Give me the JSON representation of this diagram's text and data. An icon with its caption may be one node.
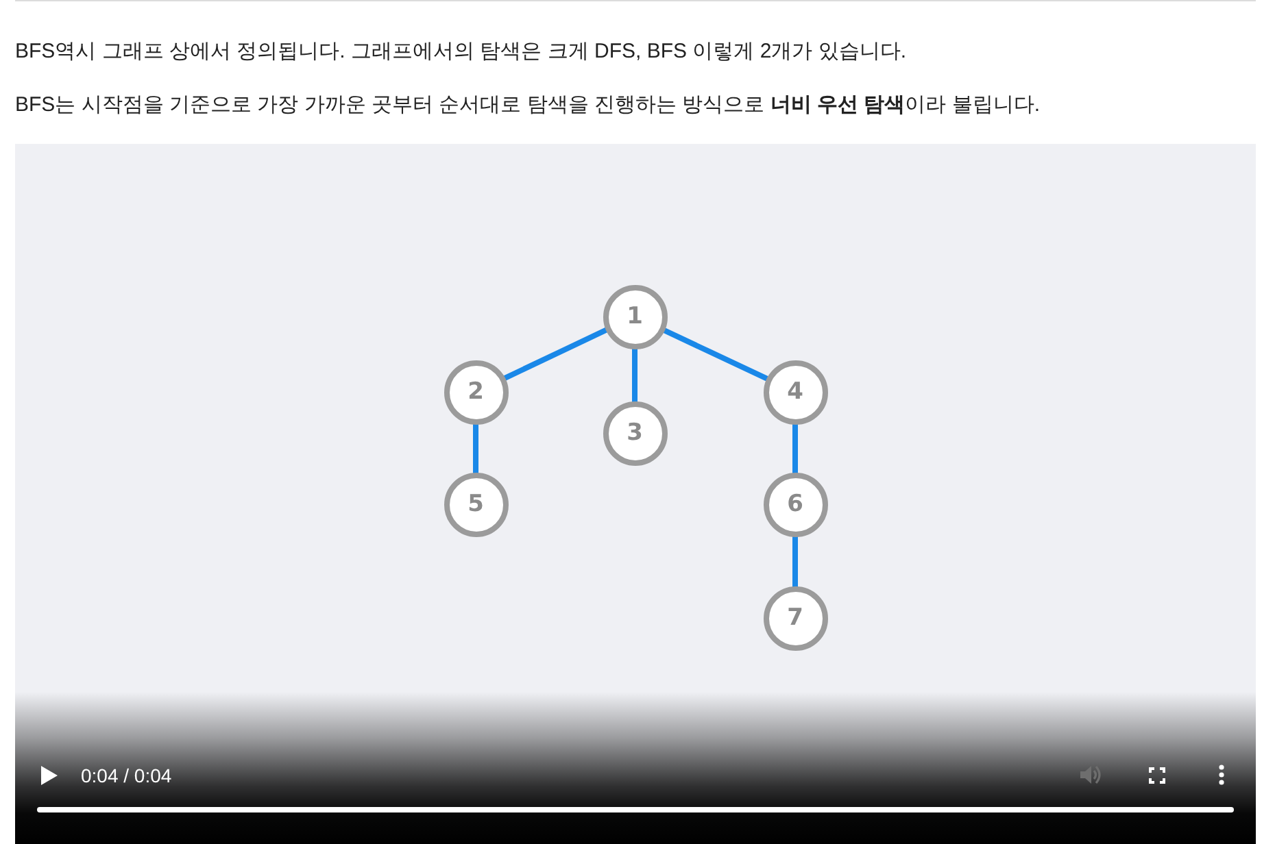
{
  "diagram": {
    "nodes": [
      {
        "text": [
          "1"
        ]
      },
      {
        "text": [
          "2"
        ]
      },
      {
        "text": [
          "3"
        ]
      },
      {
        "text": [
          "4"
        ]
      },
      {
        "text": [
          "5"
        ]
      },
      {
        "text": [
          "6"
        ]
      },
      {
        "text": [
          "7"
        ]
      }
    ],
    "edges": [
      {
        "from": 0,
        "to": 1,
        "arrow": "none"
      },
      {
        "from": 0,
        "to": 2,
        "arrow": "none"
      },
      {
        "from": 0,
        "to": 3,
        "arrow": "none"
      },
      {
        "from": 1,
        "to": 4,
        "arrow": "none"
      },
      {
        "from": 3,
        "to": 5,
        "arrow": "none"
      },
      {
        "from": 5,
        "to": 6,
        "arrow": "none"
      }
    ],
    "labels": [
      "BFS역시 그래프 상에서 정의됩니다. 그래프에서의 탐색은 크게 DFS, BFS 이렇게 2개가 있습니다.",
      "BFS는 시작점을 기준으로 가장 가까운 곳부터 순서대로 탐색을 진행하는 방식으로 **너비 우선 탐색**이라 불립니다.",
      "0:04 / 0:04"
    ]
  }
}
